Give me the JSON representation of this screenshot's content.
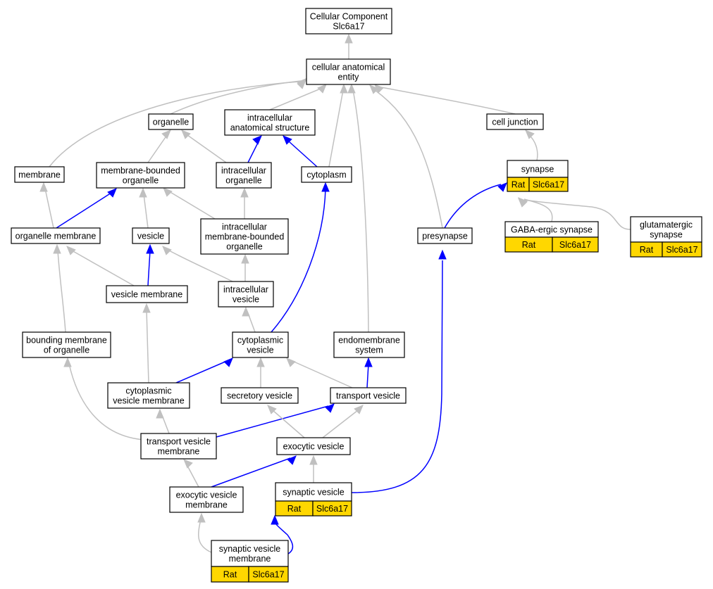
{
  "edge_colors": {
    "is_a": "#c0c0c0",
    "part_of": "#0000ff",
    "annotation": "#ffd700"
  },
  "nodes": {
    "root": [
      "Cellular Component",
      "Slc6a17"
    ],
    "cae": [
      "cellular anatomical",
      "entity"
    ],
    "organelle": [
      "organelle"
    ],
    "ias": [
      "intracellular",
      "anatomical structure"
    ],
    "cell_junction": [
      "cell junction"
    ],
    "membrane": [
      "membrane"
    ],
    "mbo": [
      "membrane-bounded",
      "organelle"
    ],
    "io": [
      "intracellular",
      "organelle"
    ],
    "cytoplasm": [
      "cytoplasm"
    ],
    "synapse": [
      "synapse"
    ],
    "om": [
      "organelle membrane"
    ],
    "vesicle": [
      "vesicle"
    ],
    "imbo": [
      "intracellular",
      "membrane-bounded",
      "organelle"
    ],
    "presynapse": [
      "presynapse"
    ],
    "gaba": [
      "GABA-ergic synapse"
    ],
    "glut": [
      "glutamatergic",
      "synapse"
    ],
    "vm": [
      "vesicle membrane"
    ],
    "iv": [
      "intracellular",
      "vesicle"
    ],
    "bmo": [
      "bounding membrane",
      "of organelle"
    ],
    "cv": [
      "cytoplasmic",
      "vesicle"
    ],
    "es": [
      "endomembrane",
      "system"
    ],
    "cvm": [
      "cytoplasmic",
      "vesicle membrane"
    ],
    "sv": [
      "secretory vesicle"
    ],
    "tv": [
      "transport vesicle"
    ],
    "tvm": [
      "transport vesicle",
      "membrane"
    ],
    "exv": [
      "exocytic vesicle"
    ],
    "evm": [
      "exocytic vesicle",
      "membrane"
    ],
    "synv": [
      "synaptic vesicle"
    ],
    "svm": [
      "synaptic vesicle",
      "membrane"
    ]
  },
  "annotations": {
    "synapse": [
      "Rat",
      "Slc6a17"
    ],
    "gaba": [
      "Rat",
      "Slc6a17"
    ],
    "glut": [
      "Rat",
      "Slc6a17"
    ],
    "synv": [
      "Rat",
      "Slc6a17"
    ],
    "svm": [
      "Rat",
      "Slc6a17"
    ]
  },
  "edges": [
    {
      "from": "cae",
      "to": "root",
      "relation": "is_a"
    },
    {
      "from": "organelle",
      "to": "cae",
      "relation": "is_a"
    },
    {
      "from": "ias",
      "to": "cae",
      "relation": "is_a"
    },
    {
      "from": "cell_junction",
      "to": "cae",
      "relation": "is_a"
    },
    {
      "from": "membrane",
      "to": "cae",
      "relation": "is_a"
    },
    {
      "from": "cytoplasm",
      "to": "cae",
      "relation": "is_a"
    },
    {
      "from": "presynapse",
      "to": "cae",
      "relation": "is_a"
    },
    {
      "from": "es",
      "to": "cae",
      "relation": "is_a"
    },
    {
      "from": "synapse",
      "to": "cell_junction",
      "relation": "is_a"
    },
    {
      "from": "mbo",
      "to": "organelle",
      "relation": "is_a"
    },
    {
      "from": "io",
      "to": "organelle",
      "relation": "is_a"
    },
    {
      "from": "io",
      "to": "ias",
      "relation": "part_of"
    },
    {
      "from": "cytoplasm",
      "to": "ias",
      "relation": "part_of"
    },
    {
      "from": "om",
      "to": "membrane",
      "relation": "is_a"
    },
    {
      "from": "om",
      "to": "mbo",
      "relation": "part_of"
    },
    {
      "from": "vesicle",
      "to": "mbo",
      "relation": "is_a"
    },
    {
      "from": "imbo",
      "to": "mbo",
      "relation": "is_a"
    },
    {
      "from": "imbo",
      "to": "io",
      "relation": "is_a"
    },
    {
      "from": "presynapse",
      "to": "synapse",
      "relation": "part_of"
    },
    {
      "from": "gaba",
      "to": "synapse",
      "relation": "is_a"
    },
    {
      "from": "glut",
      "to": "synapse",
      "relation": "is_a"
    },
    {
      "from": "vm",
      "to": "om",
      "relation": "is_a"
    },
    {
      "from": "vm",
      "to": "vesicle",
      "relation": "part_of"
    },
    {
      "from": "iv",
      "to": "vesicle",
      "relation": "is_a"
    },
    {
      "from": "iv",
      "to": "imbo",
      "relation": "is_a"
    },
    {
      "from": "bmo",
      "to": "om",
      "relation": "is_a"
    },
    {
      "from": "cv",
      "to": "iv",
      "relation": "is_a"
    },
    {
      "from": "cv",
      "to": "cytoplasm",
      "relation": "part_of"
    },
    {
      "from": "cvm",
      "to": "vm",
      "relation": "is_a"
    },
    {
      "from": "cvm",
      "to": "cv",
      "relation": "part_of"
    },
    {
      "from": "sv",
      "to": "cv",
      "relation": "is_a"
    },
    {
      "from": "tv",
      "to": "cv",
      "relation": "is_a"
    },
    {
      "from": "tv",
      "to": "es",
      "relation": "part_of"
    },
    {
      "from": "tvm",
      "to": "bmo",
      "relation": "is_a"
    },
    {
      "from": "tvm",
      "to": "cvm",
      "relation": "is_a"
    },
    {
      "from": "tvm",
      "to": "tv",
      "relation": "part_of"
    },
    {
      "from": "exv",
      "to": "sv",
      "relation": "is_a"
    },
    {
      "from": "exv",
      "to": "tv",
      "relation": "is_a"
    },
    {
      "from": "evm",
      "to": "tvm",
      "relation": "is_a"
    },
    {
      "from": "evm",
      "to": "exv",
      "relation": "part_of"
    },
    {
      "from": "synv",
      "to": "exv",
      "relation": "is_a"
    },
    {
      "from": "synv",
      "to": "presynapse",
      "relation": "part_of"
    },
    {
      "from": "svm",
      "to": "evm",
      "relation": "is_a"
    },
    {
      "from": "svm",
      "to": "synv",
      "relation": "part_of"
    }
  ]
}
